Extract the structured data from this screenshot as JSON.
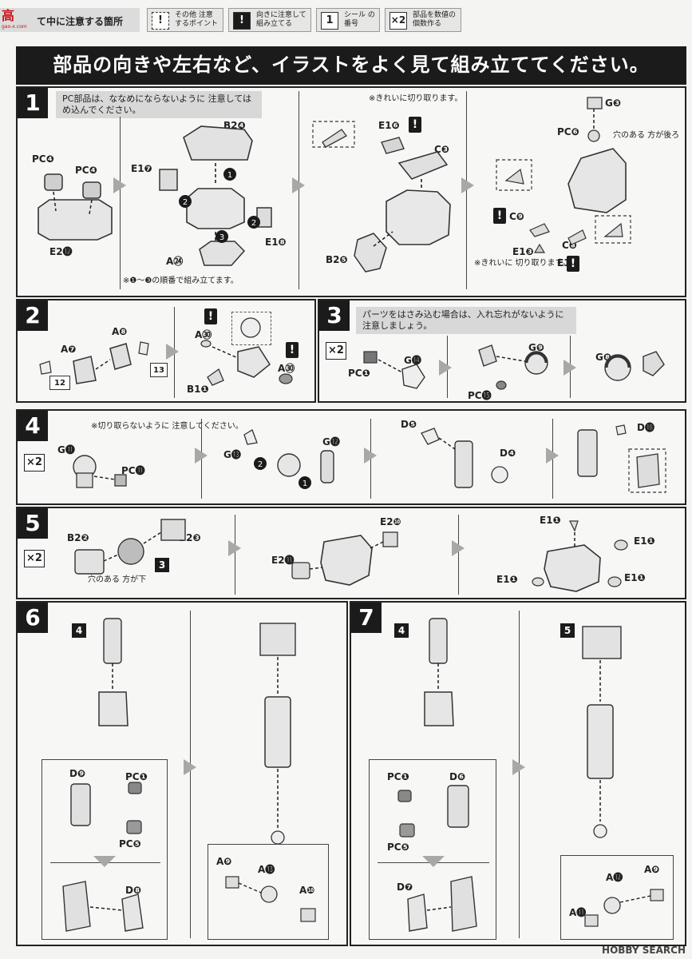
{
  "legend": {
    "site_logo": "高",
    "site_logo_sub": "gao-x.com",
    "heading": "て中に注意する箇所",
    "items": [
      {
        "icon": "!",
        "text": "その他 注意するポイント"
      },
      {
        "icon": "!",
        "text": "向きに注意して 組み立てる"
      },
      {
        "icon": "1",
        "text": "シール の番号"
      },
      {
        "icon": "×2",
        "text": "部品を数値の 個数作る"
      }
    ]
  },
  "banner": "部品の向きや左右など、イラストをよく見て組み立ててください。",
  "steps": {
    "s1": {
      "num": "1",
      "note": "PC部品は、ななめにならないように 注意してはめ込んでください。",
      "order_note": "※❶～❸の順番で組み立てます。",
      "cut_note1": "※きれいに切り取ります。",
      "cut_note2": "※きれいに 切り取ります。",
      "hole_note": "穴のある 方が後ろ",
      "labels": [
        "PC❹",
        "PC❹",
        "E2⓬",
        "B2❹",
        "E1❼",
        "E1❽",
        "A㉔",
        "E1❻",
        "C❸",
        "B2❺",
        "G❸",
        "PC❻",
        "C❾",
        "E1❸",
        "E1❷",
        "C❽"
      ]
    },
    "s2": {
      "num": "2",
      "labels": [
        "A❽",
        "A❼",
        "12",
        "13",
        "A㉚",
        "A㉚",
        "B1❶"
      ]
    },
    "s3": {
      "num": "3",
      "note": "パーツをはさみ込む場合は、入れ忘れがないように 注意しましょう。",
      "mult": "×2",
      "labels": [
        "PC❶",
        "G⓮",
        "G❾",
        "PC⓯",
        "G❽"
      ]
    },
    "s4": {
      "num": "4",
      "note": "※切り取らないように 注意してください。",
      "mult": "×2",
      "labels": [
        "G⓫",
        "PC⓫",
        "G⓭",
        "G⓬",
        "D❺",
        "D❹",
        "D⓲"
      ]
    },
    "s5": {
      "num": "5",
      "mult": "×2",
      "hole_note": "穴のある 方が下",
      "ref": "3",
      "labels": [
        "B2❷",
        "B2❸",
        "E2❿",
        "E2⓫",
        "E1❶",
        "E1❶",
        "E1❶",
        "E1❶"
      ]
    },
    "s6": {
      "num": "6",
      "ref1": "4",
      "labels": [
        "D❾",
        "PC❶",
        "PC❺",
        "D❽",
        "A❾",
        "A⓭",
        "A❿"
      ]
    },
    "s7": {
      "num": "7",
      "ref1": "4",
      "ref2": "5",
      "labels": [
        "PC❶",
        "D❻",
        "PC❺",
        "D❼",
        "A⓬",
        "A❾",
        "A⓫"
      ]
    }
  },
  "footer": "HOBBY SEARCH",
  "colors": {
    "ink": "#1b1b1b",
    "arrow": "#a8a8a8",
    "note_bg": "#d8d8d8",
    "logo_red": "#c8141c"
  }
}
